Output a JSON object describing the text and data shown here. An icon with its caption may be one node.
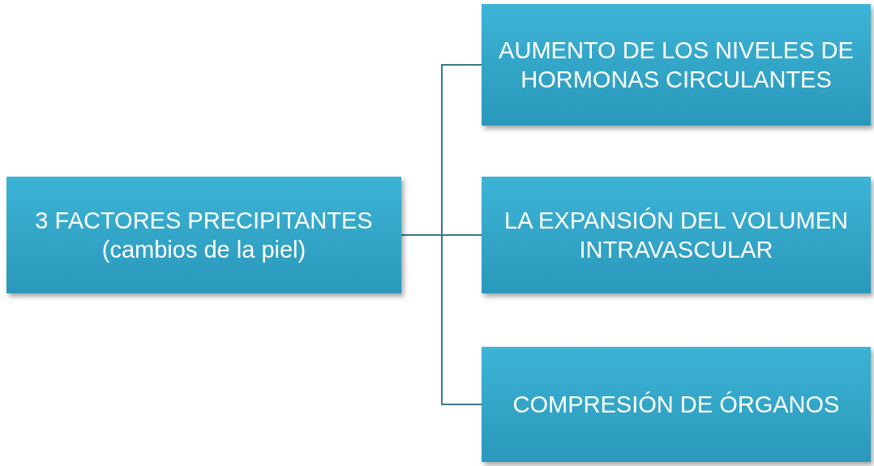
{
  "diagram": {
    "nodes": [
      {
        "text": [
          "3 FACTORES PRECIPITANTES (cambios de la piel)"
        ]
      },
      {
        "text": [
          "AUMENTO DE LOS NIVELES DE HORMONAS CIRCULANTES"
        ]
      },
      {
        "text": [
          "LA EXPANSIÓN DEL VOLUMEN INTRAVASCULAR"
        ]
      },
      {
        "text": [
          "COMPRESIÓN DE ÓRGANOS"
        ]
      }
    ],
    "edges": [
      {
        "from": 0,
        "to": 1,
        "arrow": "none"
      },
      {
        "from": 0,
        "to": 2,
        "arrow": "none"
      },
      {
        "from": 0,
        "to": 3,
        "arrow": "none"
      }
    ]
  }
}
